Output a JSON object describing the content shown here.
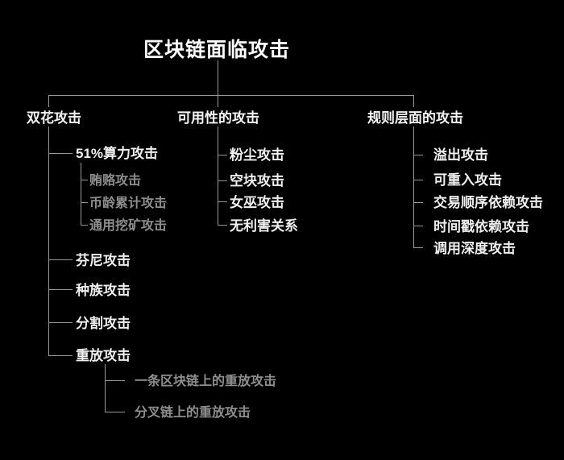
{
  "colors": {
    "background": "#000000",
    "primary_text": "#f5f5f5",
    "secondary_text": "#8e8e8e",
    "line": "#969696"
  },
  "title": "区块链面临攻击",
  "tree": {
    "branches": [
      {
        "label": "双花攻击",
        "children": [
          {
            "label": "51%算力攻击",
            "children": [
              "贿赂攻击",
              "币龄累计攻击",
              "通用挖矿攻击"
            ]
          },
          {
            "label": "芬尼攻击"
          },
          {
            "label": "种族攻击"
          },
          {
            "label": "分割攻击"
          },
          {
            "label": "重放攻击",
            "children": [
              "一条区块链上的重放攻击",
              "分叉链上的重放攻击"
            ]
          }
        ]
      },
      {
        "label": "可用性的攻击",
        "children": [
          {
            "label": "粉尘攻击"
          },
          {
            "label": "空块攻击"
          },
          {
            "label": "女巫攻击"
          },
          {
            "label": "无利害关系"
          }
        ]
      },
      {
        "label": "规则层面的攻击",
        "children": [
          {
            "label": "溢出攻击"
          },
          {
            "label": "可重入攻击"
          },
          {
            "label": "交易顺序依赖攻击"
          },
          {
            "label": "时间戳依赖攻击"
          },
          {
            "label": "调用深度攻击"
          }
        ]
      }
    ]
  }
}
